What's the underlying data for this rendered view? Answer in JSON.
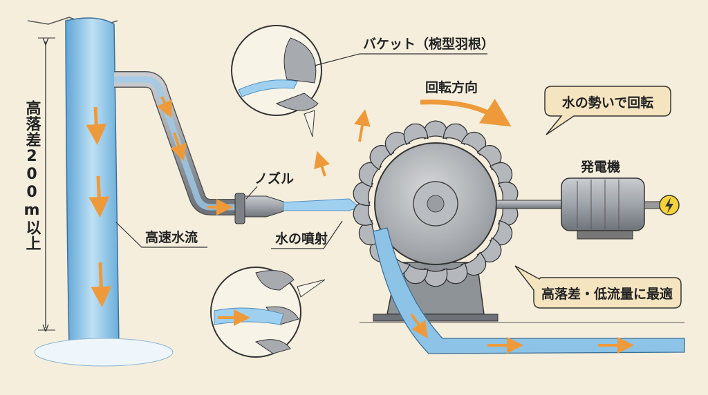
{
  "labels": {
    "bucket": "バケット（椀型羽根）",
    "rotation_direction": "回転方向",
    "rotate_by_water": "水の勢いで回転",
    "generator": "発電機",
    "nozzle": "ノズル",
    "high_speed_flow": "高速水流",
    "water_jet": "水の噴射",
    "head_height": "高落差200m以上",
    "best_for": "高落差・低流量に最適"
  },
  "colors": {
    "background": "#f5eedd",
    "water": "#8cc3e6",
    "arrow": "#ef9a3a",
    "metal": "#a9adb2",
    "callout": "#f4e4c0"
  },
  "wheel": {
    "bucket_count": 22
  }
}
